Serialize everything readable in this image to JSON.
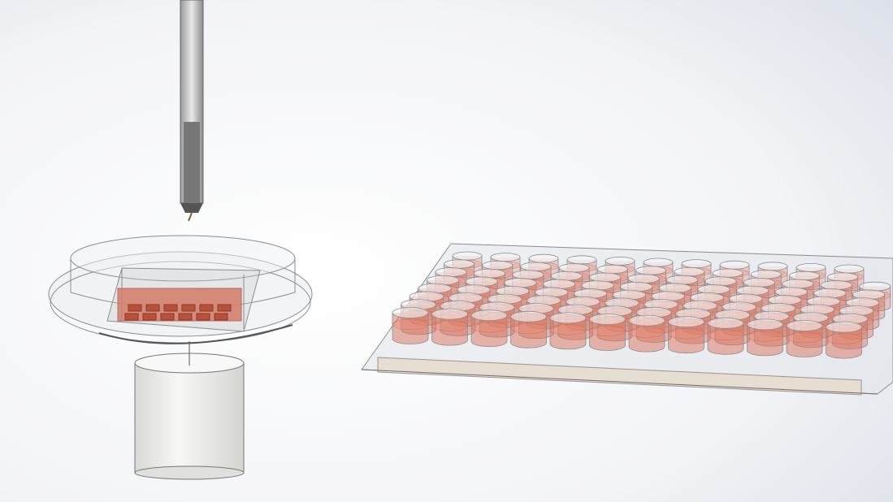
{
  "scene": {
    "colors": {
      "background_light": "#ffffff",
      "background_shade": "#dde2ea",
      "glass_stroke": "#8a8d92",
      "liquid": "#d9735e",
      "liquid_dark": "#b8503c",
      "plate_base": "#e7ddd4",
      "cylinder": "#f2f2f0"
    },
    "well_plate": {
      "rows": 8,
      "columns": 12
    },
    "chip_wells": {
      "rows": 2,
      "columns": 6
    }
  }
}
